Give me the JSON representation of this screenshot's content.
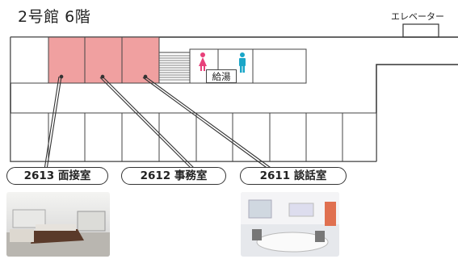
{
  "header": {
    "title": "2号館 6階",
    "elevator_label": "エレベーター"
  },
  "facilities": {
    "restroom_label": "給湯",
    "female_icon": "woman-restroom-icon",
    "male_icon": "man-restroom-icon"
  },
  "rooms": [
    {
      "number": "2613",
      "name": "面接室",
      "label": "2613 面接室"
    },
    {
      "number": "2612",
      "name": "事務室",
      "label": "2612 事務室"
    },
    {
      "number": "2611",
      "name": "談話室",
      "label": "2611 談話室"
    }
  ],
  "colors": {
    "highlight_room": "#f0a0a0",
    "female": "#e8407a",
    "male": "#1aa6c8",
    "wall": "#333333"
  }
}
